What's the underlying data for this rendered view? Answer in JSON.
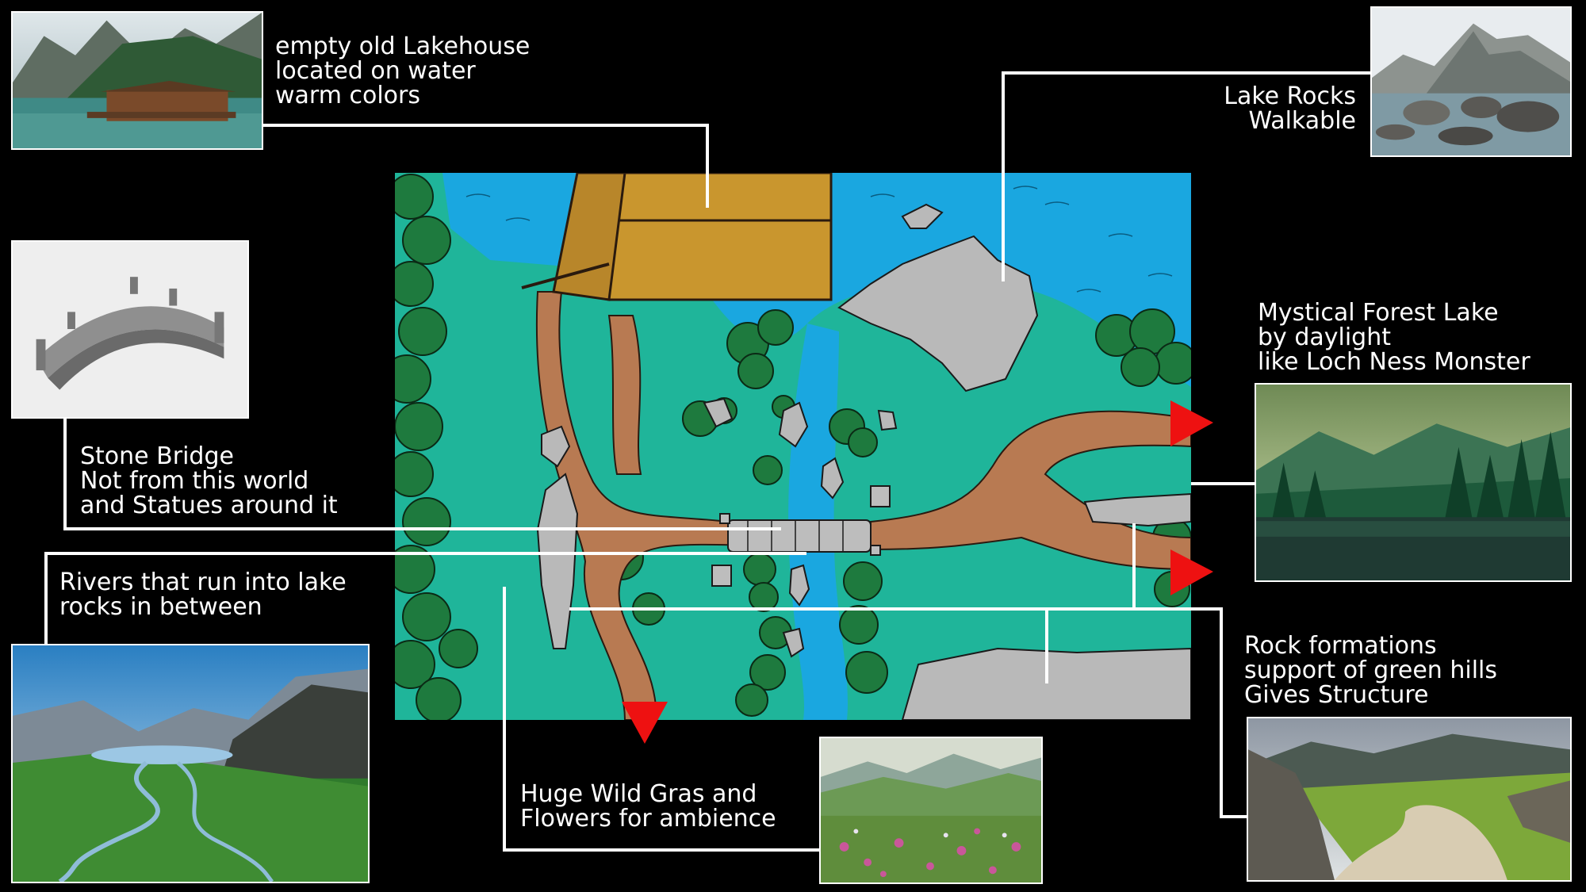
{
  "annotations": {
    "lakehouse": {
      "lines": [
        "empty old Lakehouse",
        "located on water",
        "warm colors"
      ]
    },
    "lake_rocks": {
      "lines": [
        "Lake Rocks",
        "Walkable"
      ]
    },
    "stone_bridge": {
      "lines": [
        "Stone Bridge",
        "Not from this world",
        "and Statues around it"
      ]
    },
    "forest_lake": {
      "lines": [
        "Mystical Forest Lake",
        "by daylight",
        "like Loch Ness Monster"
      ]
    },
    "rivers": {
      "lines": [
        "Rivers that run into lake",
        "rocks in between"
      ]
    },
    "rock_formations": {
      "lines": [
        "Rock formations",
        "support of green hills",
        "Gives Structure"
      ]
    },
    "wild_grass": {
      "lines": [
        "Huge Wild Gras and",
        "Flowers for ambience"
      ]
    }
  },
  "colors": {
    "background": "#000000",
    "water": "#1aa7e0",
    "grass": "#1fb59a",
    "path": "#b87a52",
    "wood": "#c9962e",
    "rock": "#b9b9b9",
    "tree": "#1e7a3e",
    "arrow": "#ee1111",
    "connector": "#ffffff"
  },
  "exit_arrows": [
    "east-upper",
    "east-lower",
    "south"
  ]
}
